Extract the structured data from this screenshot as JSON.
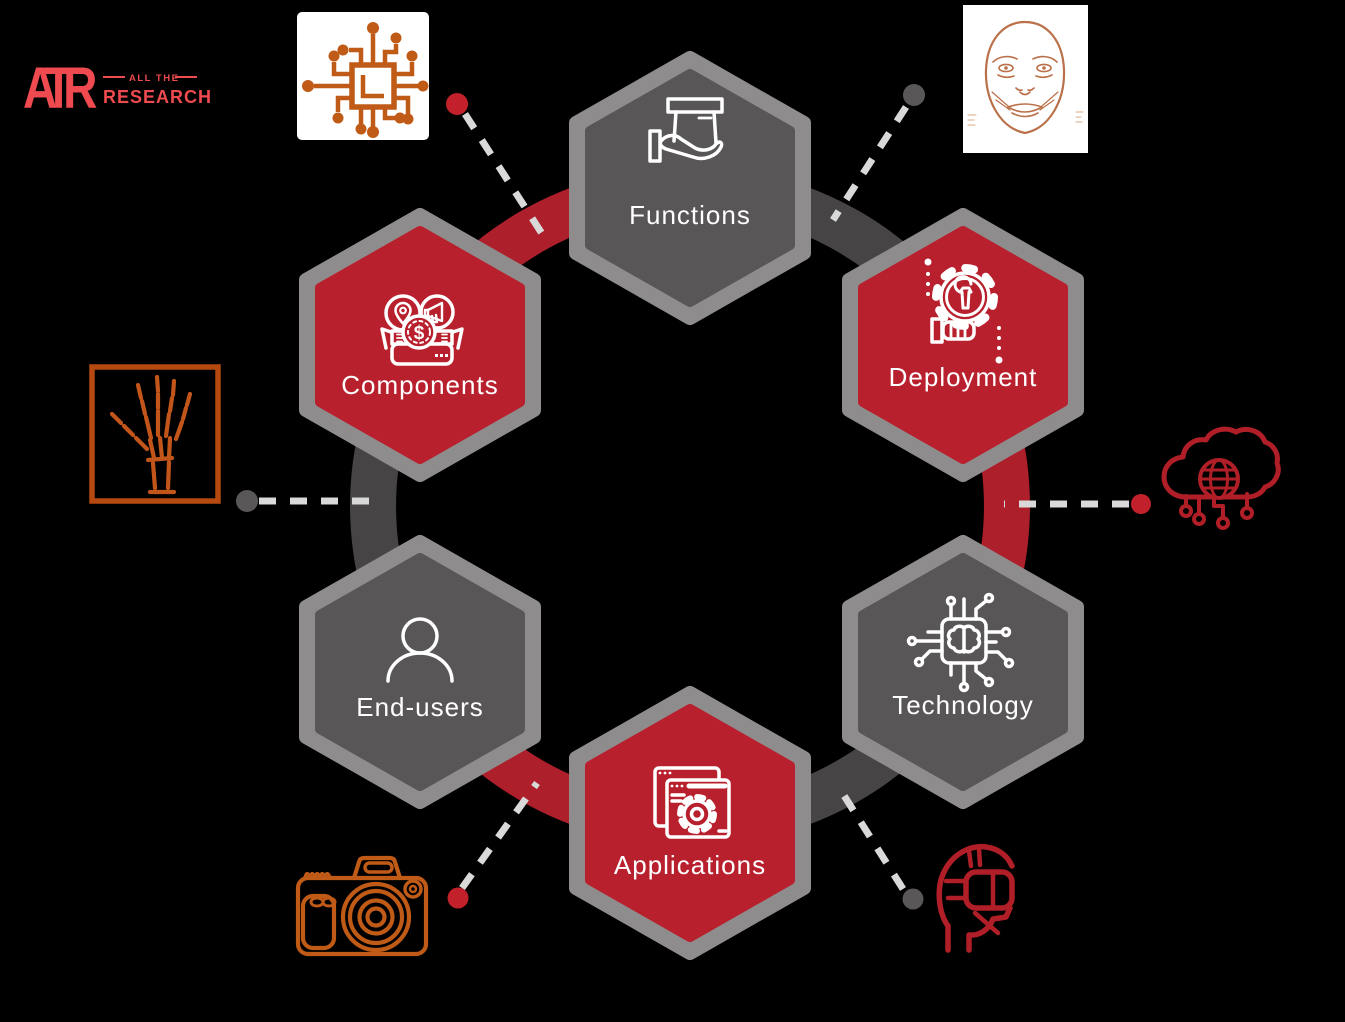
{
  "logo": {
    "mark": "ATR",
    "tagline_top": "ALL THE",
    "tagline_bottom": "RESEARCH"
  },
  "nodes": [
    {
      "id": "functions",
      "label": "Functions",
      "fill": "#595657",
      "icon": "hand-holding-box-icon"
    },
    {
      "id": "deployment",
      "label": "Deployment",
      "fill": "#B8202D",
      "icon": "gear-wrench-hand-icon"
    },
    {
      "id": "technology",
      "label": "Technology",
      "fill": "#595657",
      "icon": "chip-brain-icon"
    },
    {
      "id": "applications",
      "label": "Applications",
      "fill": "#B8202D",
      "icon": "app-window-gear-icon"
    },
    {
      "id": "end_users",
      "label": "End-users",
      "fill": "#595657",
      "icon": "person-icon"
    },
    {
      "id": "components",
      "label": "Components",
      "fill": "#B8202D",
      "icon": "box-pin-megaphone-icon",
      "coin_symbol": "$"
    }
  ],
  "ring": {
    "red_segment_color": "#AC1F2B",
    "gray_segment_color": "#474445"
  },
  "connectors": {
    "dash_color": "#D9D9D9",
    "dots": [
      {
        "position": "top-left",
        "color": "#C2202A"
      },
      {
        "position": "top-right",
        "color": "#5A5758"
      },
      {
        "position": "right",
        "color": "#C2202A"
      },
      {
        "position": "left",
        "color": "#5A5758"
      },
      {
        "position": "bottom-right",
        "color": "#5A5758"
      },
      {
        "position": "bottom-left",
        "color": "#C2202A"
      }
    ]
  },
  "peripheral_icons": [
    {
      "name": "circuit-chip-icon",
      "color": "#C05A17",
      "background": "#FFFFFF"
    },
    {
      "name": "face-sketch",
      "color": "#BA7048",
      "background": "#FFFFFF"
    },
    {
      "name": "cloud-computing-icon",
      "color": "#B01F27"
    },
    {
      "name": "vr-headset-icon",
      "color": "#B01F27"
    },
    {
      "name": "camera-icon",
      "color": "#C05A17"
    },
    {
      "name": "hand-xray",
      "color": "#C2561A",
      "frame_color": "#B5490F"
    }
  ],
  "colors": {
    "background": "#000000",
    "hex_border": "#8F8C8D",
    "label_text": "#FFFFFF",
    "logo_red": "#EE4A4F"
  }
}
